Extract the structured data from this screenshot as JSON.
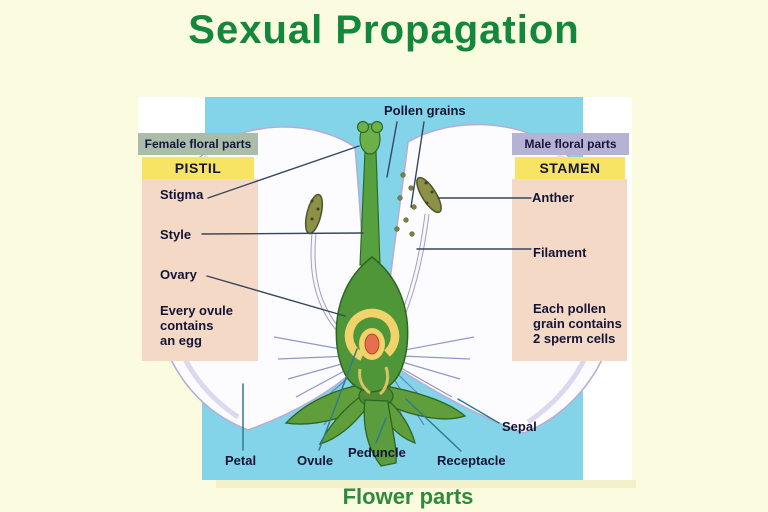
{
  "page": {
    "title": "Sexual Propagation",
    "caption": "Flower parts"
  },
  "colors": {
    "background": "#fbfbdf",
    "title_green": "#13873b",
    "caption_green": "#2f8a3c",
    "sky_blue": "#84d4e9",
    "panel_peach": "#f4dac6",
    "organ_bar_yellow": "#f8e463",
    "female_header_bg": "#a9bda9",
    "male_header_bg": "#b6b2d3",
    "label_text": "#141436"
  },
  "diagram": {
    "top_label": "Pollen grains",
    "female": {
      "header": "Female floral parts",
      "organ": "PISTIL",
      "stigma": "Stigma",
      "style": "Style",
      "ovary": "Ovary",
      "note": "Every ovule\ncontains\nan egg"
    },
    "male": {
      "header": "Male floral parts",
      "organ": "STAMEN",
      "anther": "Anther",
      "filament": "Filament",
      "note": "Each pollen\ngrain contains\n2 sperm cells"
    },
    "bottom_labels": {
      "petal": "Petal",
      "ovule": "Ovule",
      "peduncle": "Peduncle",
      "receptacle": "Receptacle",
      "sepal": "Sepal"
    }
  }
}
